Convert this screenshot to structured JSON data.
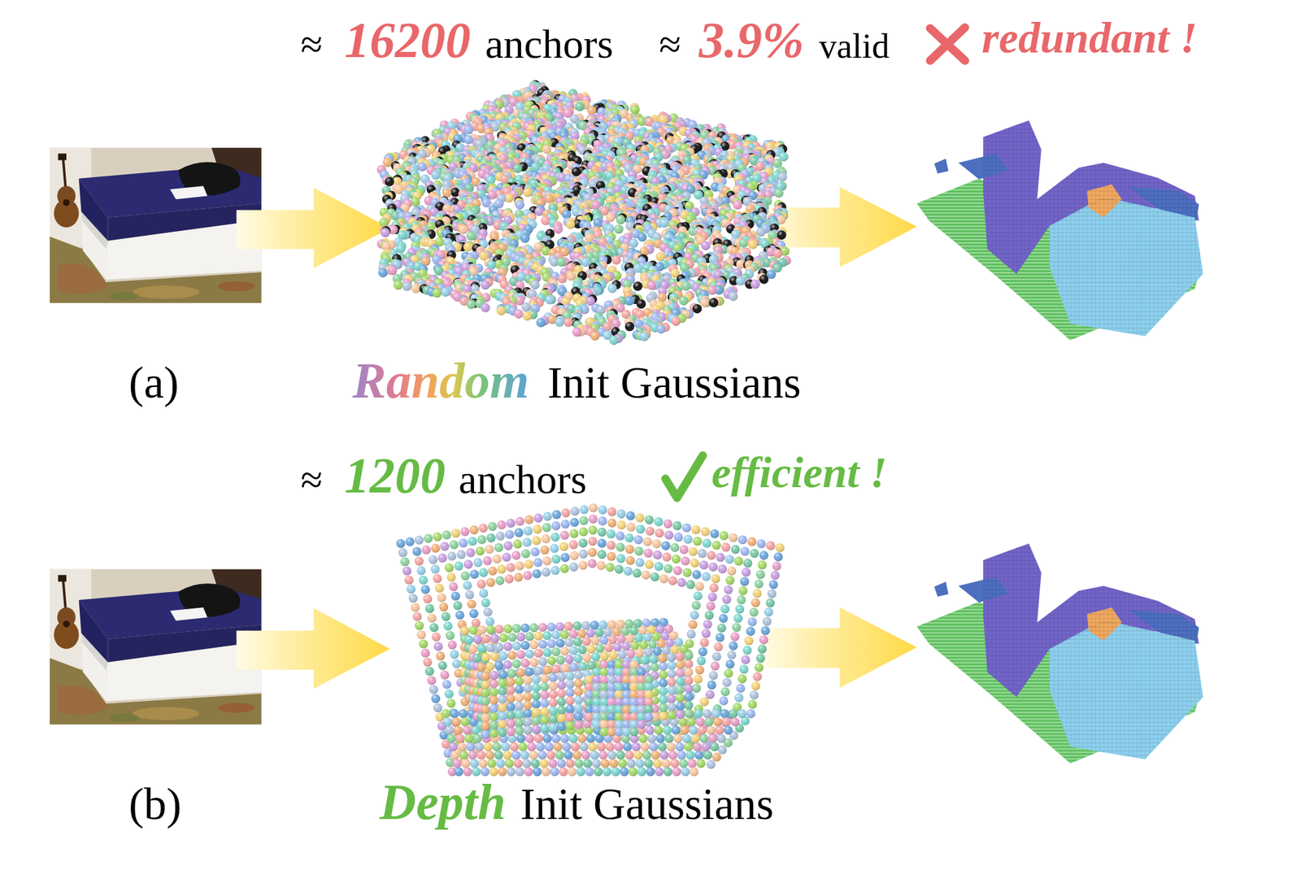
{
  "diagram": {
    "labels": [
      "≈",
      "16200",
      "anchors",
      "≈",
      "3.9%",
      "valid",
      "redundant !",
      "(a)",
      "Random",
      "Init Gaussians",
      "(b)",
      "≈",
      "1200",
      "anchors",
      "efficient !",
      "Depth",
      "Init Gaussians"
    ]
  }
}
